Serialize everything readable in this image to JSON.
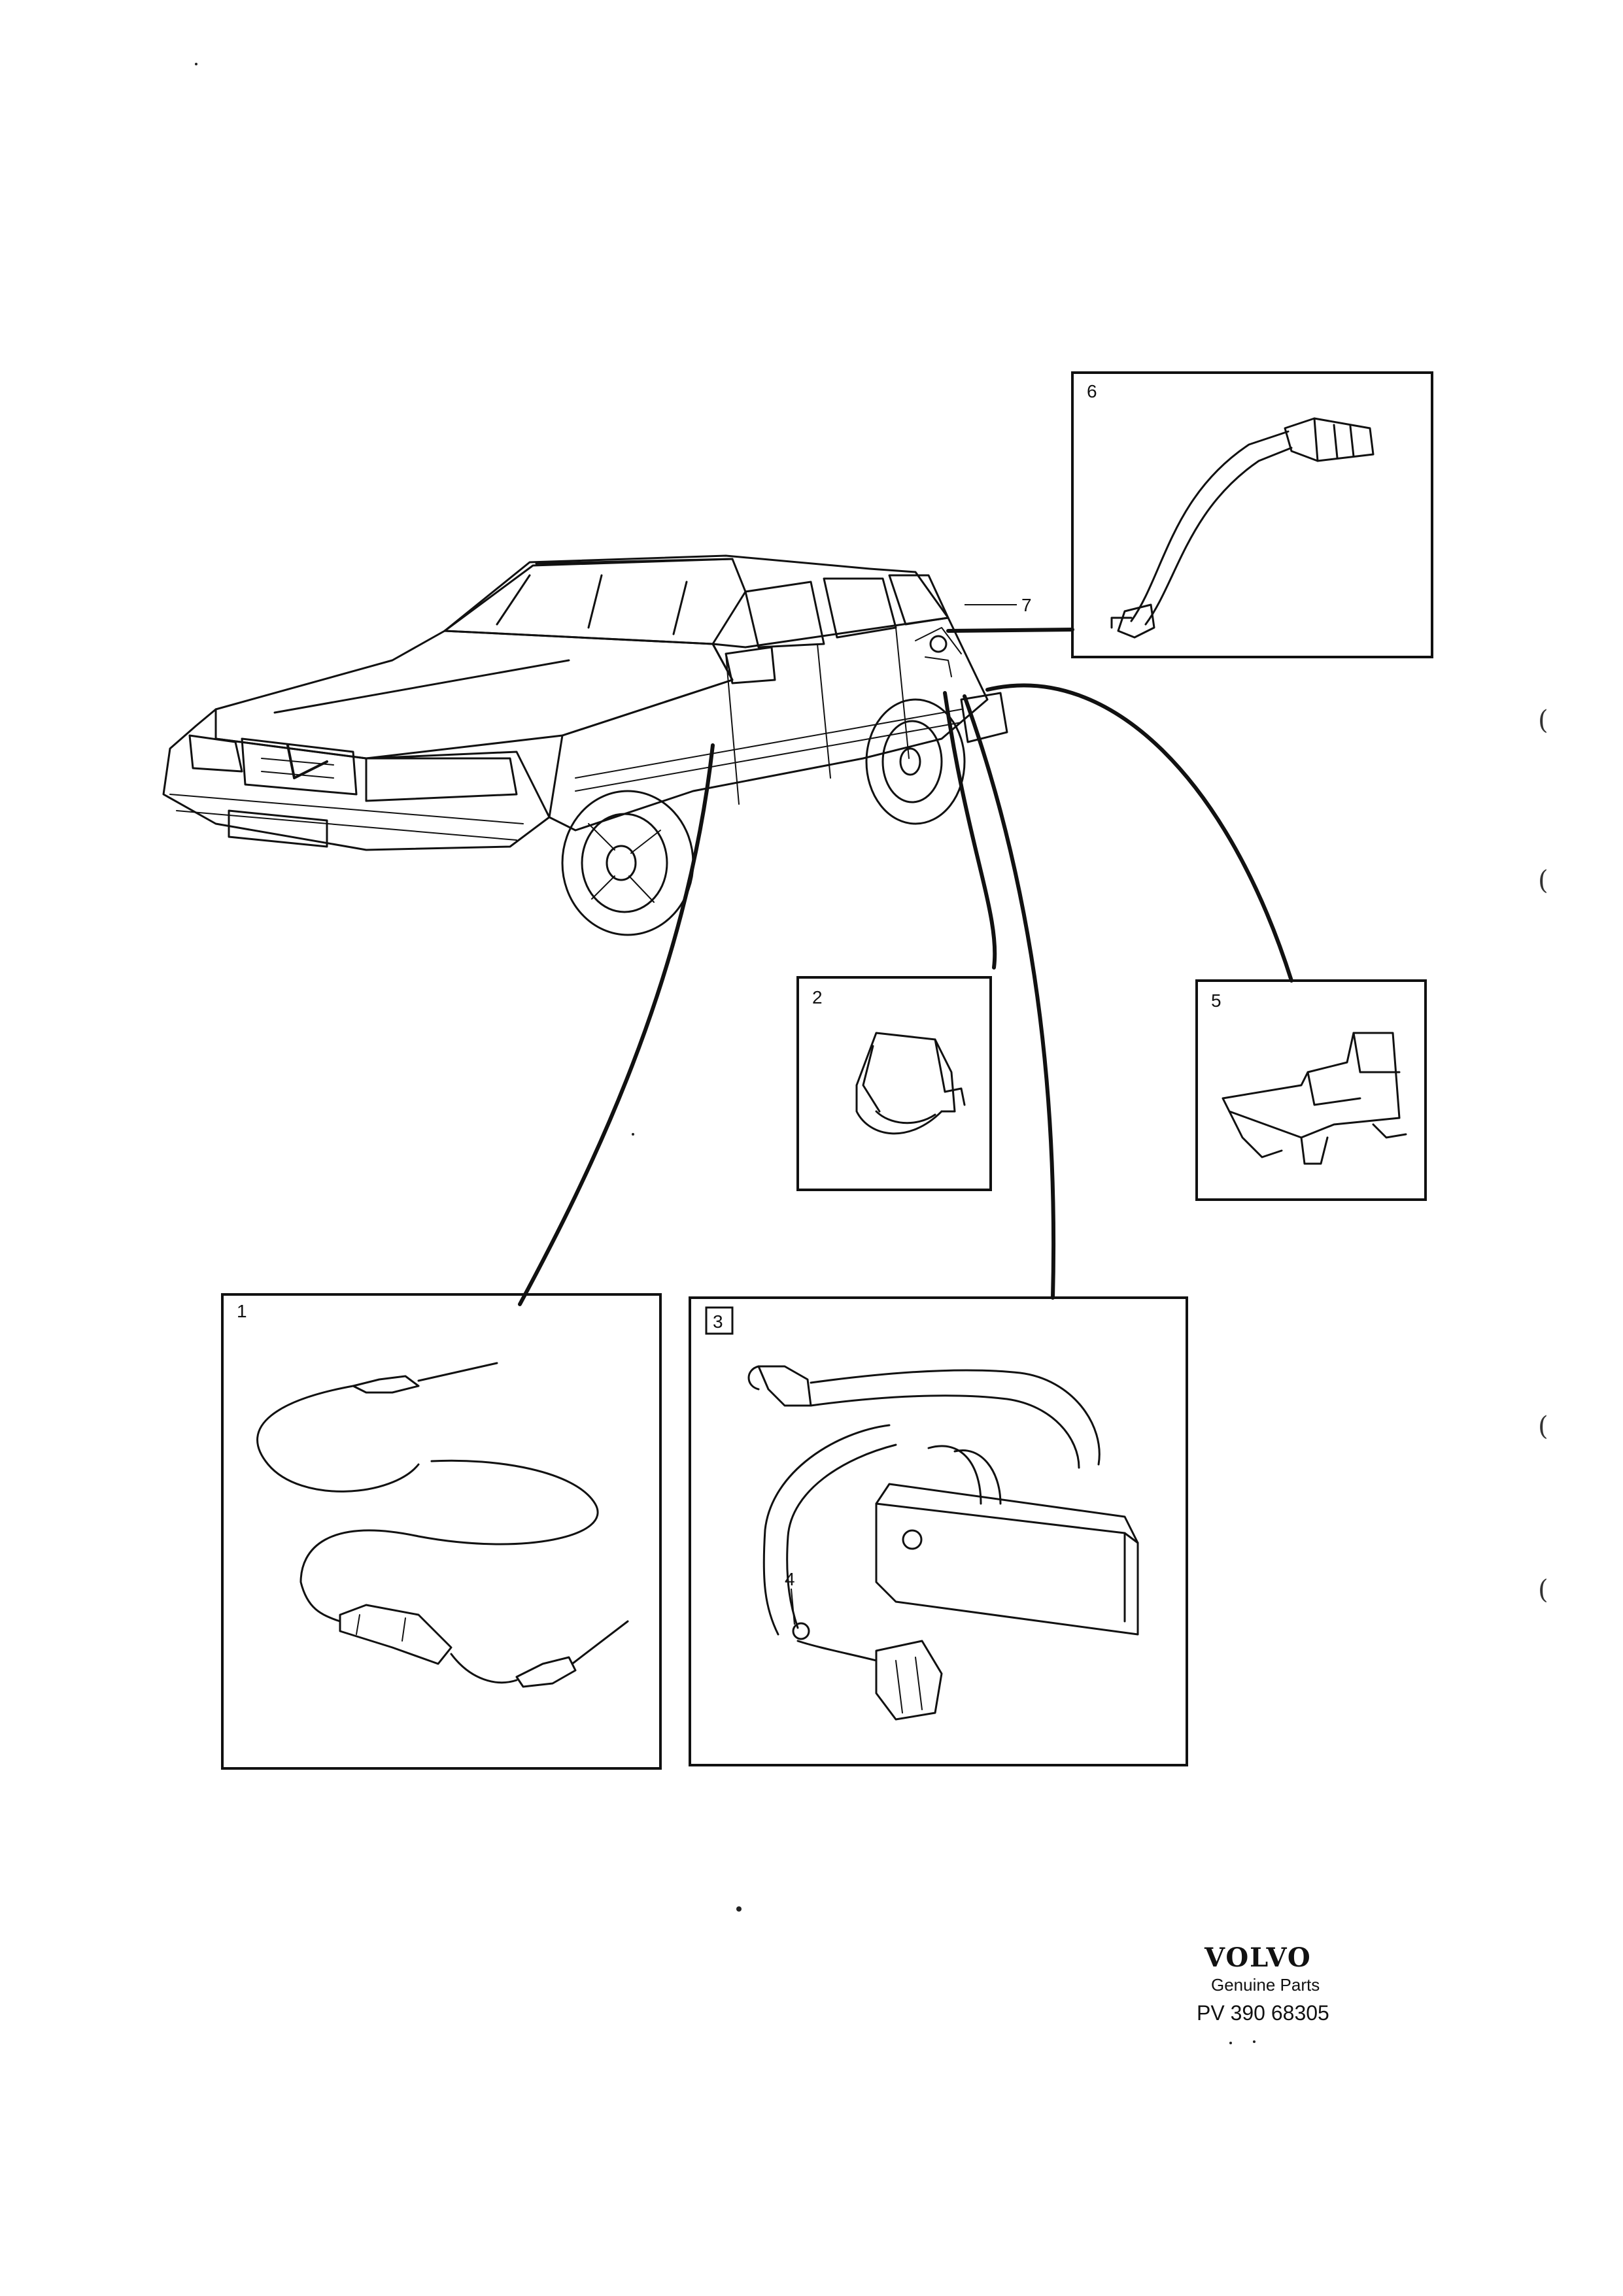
{
  "callouts": {
    "c1": "1",
    "c2": "2",
    "c3": "3",
    "c4": "4",
    "c5": "5",
    "c6": "6",
    "c7": "7"
  },
  "footer": {
    "brand": "VOLVO",
    "subtitle": "Genuine Parts",
    "code": "PV 390 68305"
  },
  "margin_marks": [
    "(",
    "(",
    "(",
    "("
  ],
  "colors": {
    "ink": "#111111",
    "paper": "#ffffff"
  }
}
